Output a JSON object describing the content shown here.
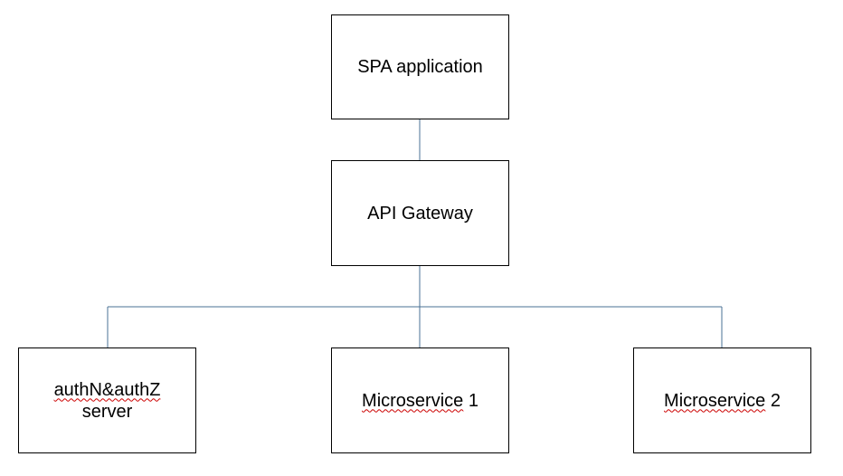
{
  "colors": {
    "connector": "#4a7194",
    "box_border": "#000000",
    "spellcheck_underline": "#cc0000"
  },
  "nodes": {
    "spa": {
      "label": "SPA application"
    },
    "gateway": {
      "label": "API Gateway"
    },
    "auth": {
      "label_line1": "authN&authZ",
      "label_line2": "server"
    },
    "ms1": {
      "label_word": "Microservice",
      "label_num": " 1"
    },
    "ms2": {
      "label_word": "Microservice",
      "label_num": " 2"
    }
  }
}
